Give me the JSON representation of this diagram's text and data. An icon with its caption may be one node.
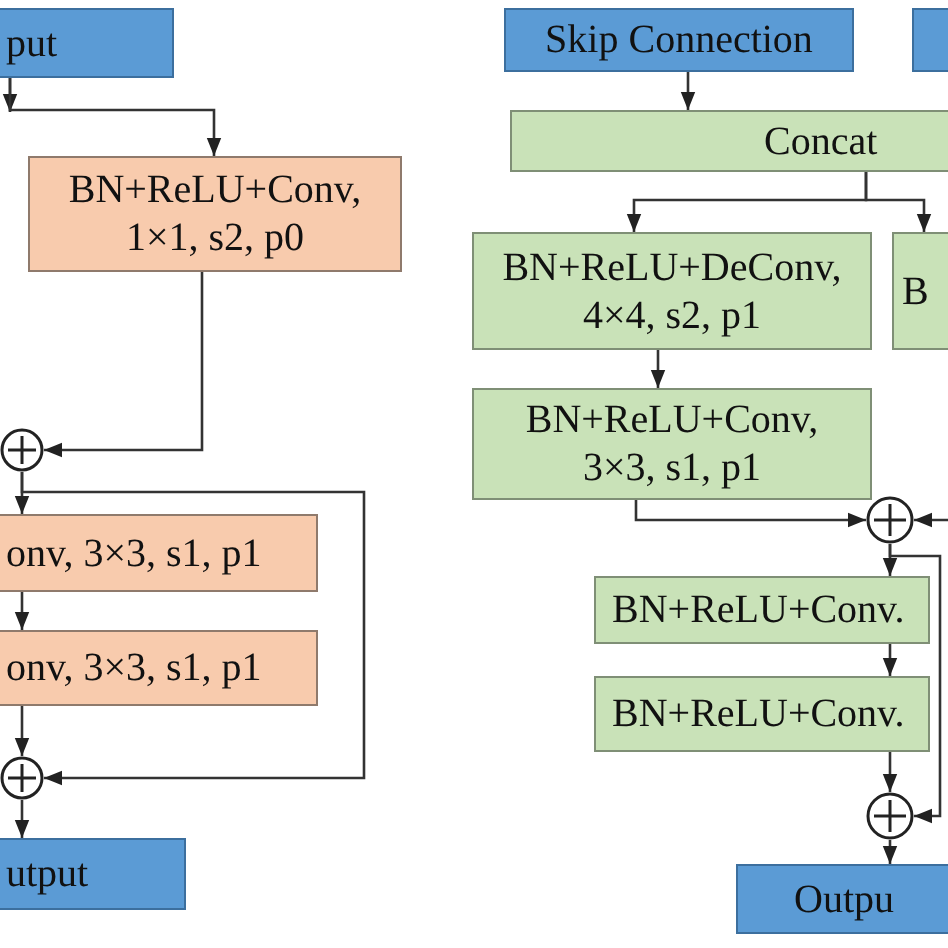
{
  "diagram": {
    "nodes": [
      {
        "text": [
          "put"
        ]
      },
      {
        "text": [
          "BN+ReLU+Conv, 1×1, s2, p0"
        ]
      },
      {
        "text": [],
        "shape": "circle"
      },
      {
        "text": [
          "onv, 3×3, s1, p1"
        ]
      },
      {
        "text": [
          "onv, 3×3, s1, p1"
        ]
      },
      {
        "text": [],
        "shape": "circle"
      },
      {
        "text": [
          "utput"
        ]
      },
      {
        "text": [
          "Skip Connection"
        ]
      },
      {
        "text": [],
        "shape": "box"
      },
      {
        "text": [
          "Concat"
        ]
      },
      {
        "text": [
          "BN+ReLU+DeConv, 4×4, s2, p1"
        ]
      },
      {
        "text": [
          "B"
        ]
      },
      {
        "text": [
          "BN+ReLU+Conv, 3×3, s1, p1"
        ]
      },
      {
        "text": [],
        "shape": "circle"
      },
      {
        "text": [
          "BN+ReLU+Conv."
        ]
      },
      {
        "text": [
          "BN+ReLU+Conv."
        ]
      },
      {
        "text": [],
        "shape": "circle"
      },
      {
        "text": [
          "Outpu"
        ]
      }
    ],
    "edges": [
      {
        "from": 0,
        "to": null,
        "arrow": "to"
      },
      {
        "from": 0,
        "to": 1,
        "arrow": "to"
      },
      {
        "from": 1,
        "to": 2,
        "arrow": "to"
      },
      {
        "from": 2,
        "to": 3,
        "arrow": "to"
      },
      {
        "from": 3,
        "to": 4,
        "arrow": "to"
      },
      {
        "from": 4,
        "to": 5,
        "arrow": "to"
      },
      {
        "from": 2,
        "to": 5,
        "arrow": "to"
      },
      {
        "from": 5,
        "to": 6,
        "arrow": "to"
      },
      {
        "from": 7,
        "to": 9,
        "arrow": "to"
      },
      {
        "from": 9,
        "to": 10,
        "arrow": "to"
      },
      {
        "from": 9,
        "to": 11,
        "arrow": "to"
      },
      {
        "from": 10,
        "to": 12,
        "arrow": "to"
      },
      {
        "from": 12,
        "to": 13,
        "arrow": "to"
      },
      {
        "from": null,
        "to": 13,
        "arrow": "to"
      },
      {
        "from": 13,
        "to": 14,
        "arrow": "to"
      },
      {
        "from": 14,
        "to": 15,
        "arrow": "to"
      },
      {
        "from": 15,
        "to": 16,
        "arrow": "to"
      },
      {
        "from": 13,
        "to": 16,
        "arrow": "to"
      },
      {
        "from": 16,
        "to": 17,
        "arrow": "to"
      }
    ]
  }
}
